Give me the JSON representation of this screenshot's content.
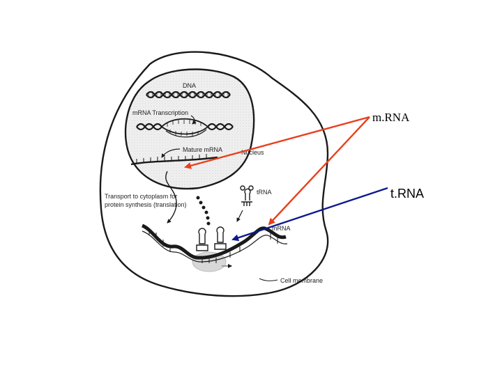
{
  "diagram": {
    "labels": {
      "dna": "DNA",
      "mrna_transcription": "mRNA Transcription",
      "mature_mrna": "Mature mRNA",
      "nucleus": "Nucleus",
      "transport_line1": "Transport to cytoplasm for",
      "transport_line2": "protein synthesis (translation)",
      "trna_small": "tRNA",
      "mrna_small": "mRNA",
      "cell_membrane": "Cell membrane"
    },
    "callouts": {
      "mrna": "m.RNA",
      "trna": "t.RNA"
    },
    "colors": {
      "mrna_arrow": "#e8401c",
      "trna_arrow": "#0a1a8c",
      "outline": "#1a1a1a",
      "nucleus_fill": "#ececec"
    }
  }
}
